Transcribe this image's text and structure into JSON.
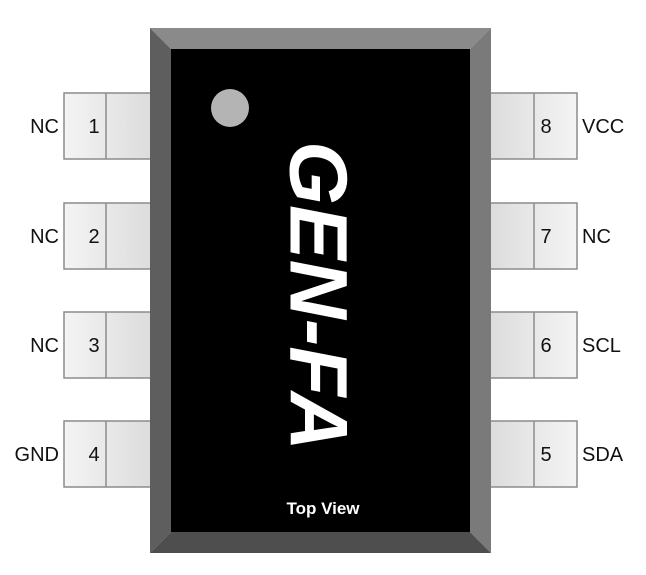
{
  "chip": {
    "name": "GEN-FA",
    "view_label": "Top View",
    "body_color": "#000000",
    "bevel_color": "#6e6e6e",
    "dot_color": "#b4b4b4"
  },
  "pins_left": [
    {
      "number": "1",
      "label": "NC"
    },
    {
      "number": "2",
      "label": "NC"
    },
    {
      "number": "3",
      "label": "NC"
    },
    {
      "number": "4",
      "label": "GND"
    }
  ],
  "pins_right": [
    {
      "number": "8",
      "label": "VCC"
    },
    {
      "number": "7",
      "label": "NC"
    },
    {
      "number": "6",
      "label": "SCL"
    },
    {
      "number": "5",
      "label": "SDA"
    }
  ]
}
